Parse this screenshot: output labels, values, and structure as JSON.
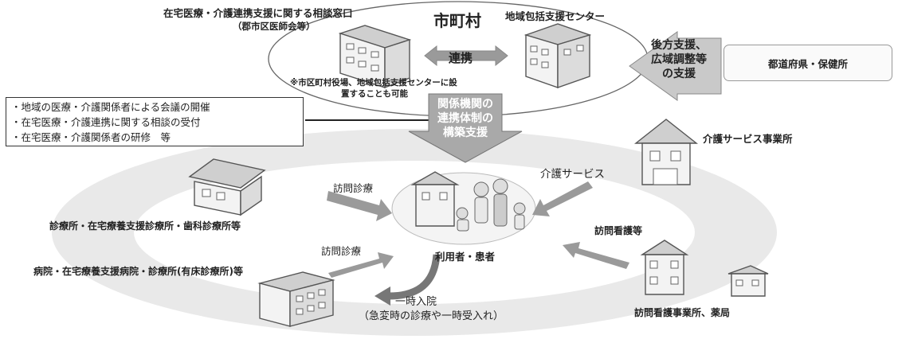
{
  "top": {
    "municipality": "市町村",
    "consult_window_line1": "在宅医療・介護連携支援に関する相談窓口",
    "consult_window_line2": "（郡市区医師会等）",
    "community_center": "地域包括支援センター",
    "renkei": "連携",
    "note_line1": "※市区町村役場、地域包括支援センターに設",
    "note_line2": "置することも可能",
    "support_arrow_line1": "後方支援、",
    "support_arrow_line2": "広域調整等",
    "support_arrow_line3": "の支援",
    "prefecture": "都道府県・保健所"
  },
  "left_box": {
    "items": [
      "・地域の医療・介護関係者による会議の開催",
      "・在宅医療・介護連携に関する相談の受付",
      "・在宅医療・介護関係者の研修　等"
    ]
  },
  "center_arrow": {
    "line1": "関係機関の",
    "line2": "連携体制の",
    "line3": "構築支援"
  },
  "ring": {
    "care_service_office": "介護サービス事業所",
    "care_service_arrow": "介護サービス",
    "clinic_label": "診療所・在宅療養支援診療所・歯科診療所等",
    "home_visit_care_1": "訪問診療",
    "hospital_label": "病院・在宅療養支援病院・診療所(有床診療所)等",
    "home_visit_care_2": "訪問診療",
    "visiting_nursing_arrow": "訪問看護等",
    "nursing_station": "訪問看護事業所、薬局",
    "user_patient": "利用者・患者",
    "temp_admission_line1": "一時入院",
    "temp_admission_line2": "（急変時の診療や一時受入れ）"
  }
}
